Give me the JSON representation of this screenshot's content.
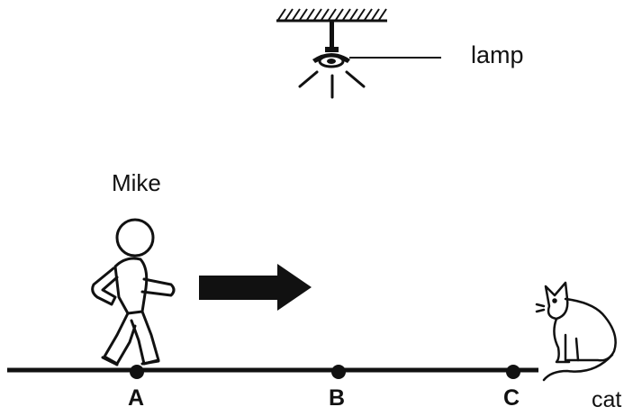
{
  "labels": {
    "lamp": "lamp",
    "person": "Mike",
    "point_a": "A",
    "point_b": "B",
    "point_c": "C",
    "cat": "cat"
  },
  "colors": {
    "ink": "#111111",
    "background": "#ffffff"
  },
  "icons": {
    "lamp": "ceiling-lamp-icon",
    "person": "walking-person-icon",
    "arrow": "right-arrow-icon",
    "cat": "sitting-cat-icon"
  }
}
